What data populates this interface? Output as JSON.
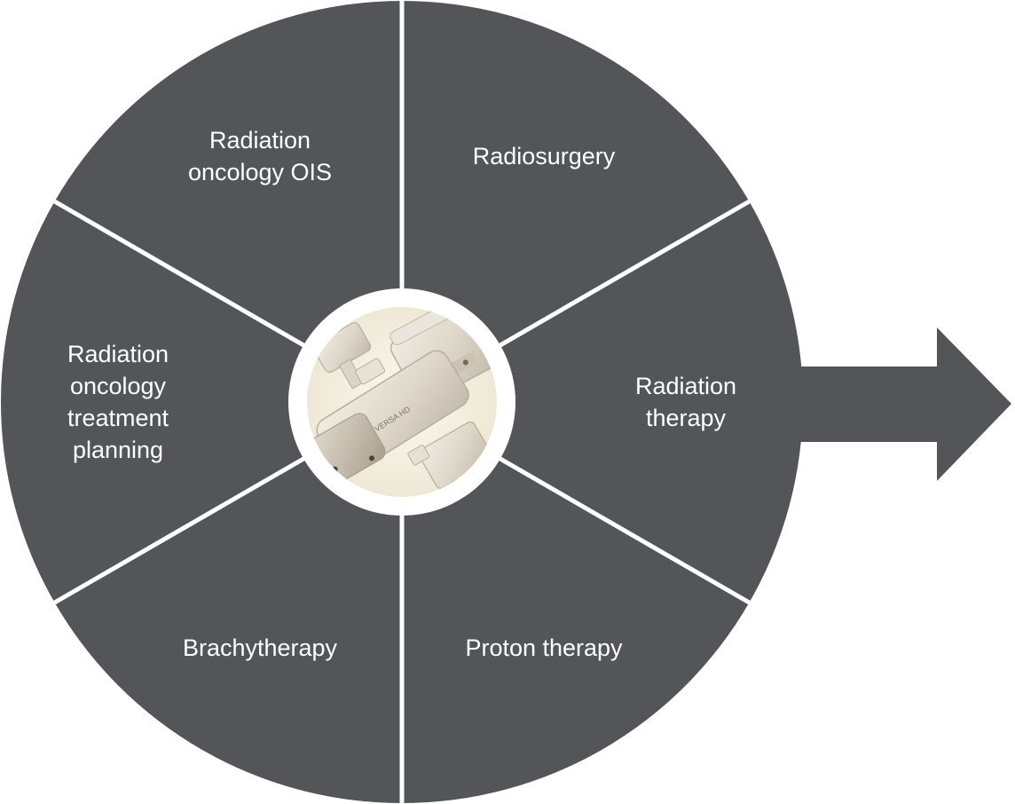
{
  "colors": {
    "wheel": "#535559",
    "divider": "#ffffff",
    "label": "#ffffff",
    "center_ring": "#ffffff"
  },
  "segments": [
    {
      "id": "radiosurgery",
      "lines": [
        "Radiosurgery"
      ]
    },
    {
      "id": "radiation-therapy",
      "lines": [
        "Radiation",
        "therapy"
      ]
    },
    {
      "id": "proton-therapy",
      "lines": [
        "Proton therapy"
      ]
    },
    {
      "id": "brachytherapy",
      "lines": [
        "Brachytherapy"
      ]
    },
    {
      "id": "radiation-oncology-treatment-planning",
      "lines": [
        "Radiation",
        "oncology",
        "treatment",
        "planning"
      ]
    },
    {
      "id": "radiation-oncology-ois",
      "lines": [
        "Radiation",
        "oncology OIS"
      ]
    }
  ],
  "center_image": {
    "icon": "linear-accelerator-machine-icon",
    "engraving": [
      "VERSA",
      "HD"
    ]
  }
}
